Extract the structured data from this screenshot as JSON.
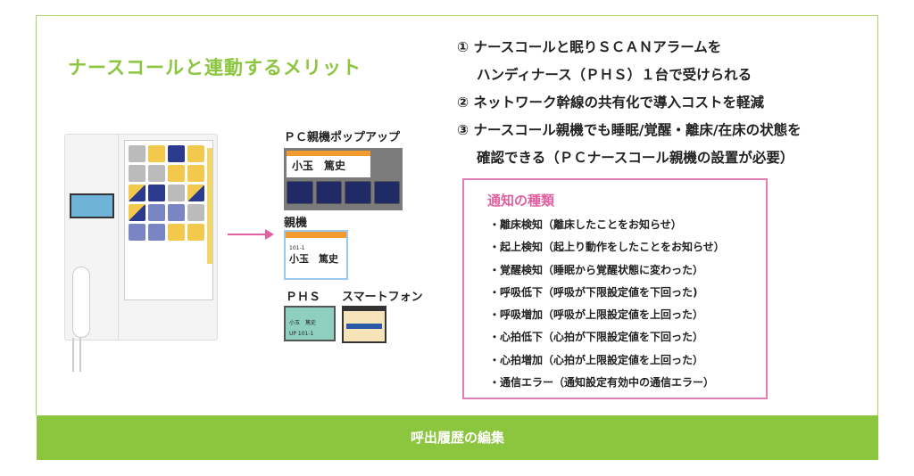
{
  "title": "ナースコールと連動するメリット",
  "merits": [
    "① ナースコールと眠りＳＣＡＮアラームを",
    "ハンディナース（ＰＨＳ）１台で受けられる",
    "② ネットワーク幹線の共有化で導入コストを軽減",
    "③ ナースコール親機でも睡眠/覚醒・離床/在床の状態を",
    "確認できる（ＰＣナースコール親機の設置が必要）"
  ],
  "devices": {
    "pc_popup_label": "ＰＣ親機ポップアップ",
    "oyaki_label": "親機",
    "phs_label": "ＰＨＳ",
    "smartphone_label": "スマートフォン",
    "patient_name": "小玉　篤史",
    "room": "101-1",
    "phs_room": "UP 101-1"
  },
  "notice": {
    "heading": "通知の種類",
    "items": [
      "・離床検知（離床したことをお知らせ）",
      "・起上検知（起上り動作をしたことをお知らせ）",
      "・覚醒検知（睡眠から覚醒状態に変わった）",
      "・呼吸低下（呼吸が下限設定値を下回った)",
      "・呼吸増加（呼吸が上限設定値を上回った）",
      "・心拍低下（心拍が下限設定値を下回った）",
      "・心拍増加（心拍が上限設定値を上回った）",
      "・通信エラー（通知設定有効中の通信エラー）"
    ]
  },
  "footer": "呼出履歴の編集",
  "colors": {
    "green": "#8cc63e",
    "pink": "#e0609f"
  }
}
